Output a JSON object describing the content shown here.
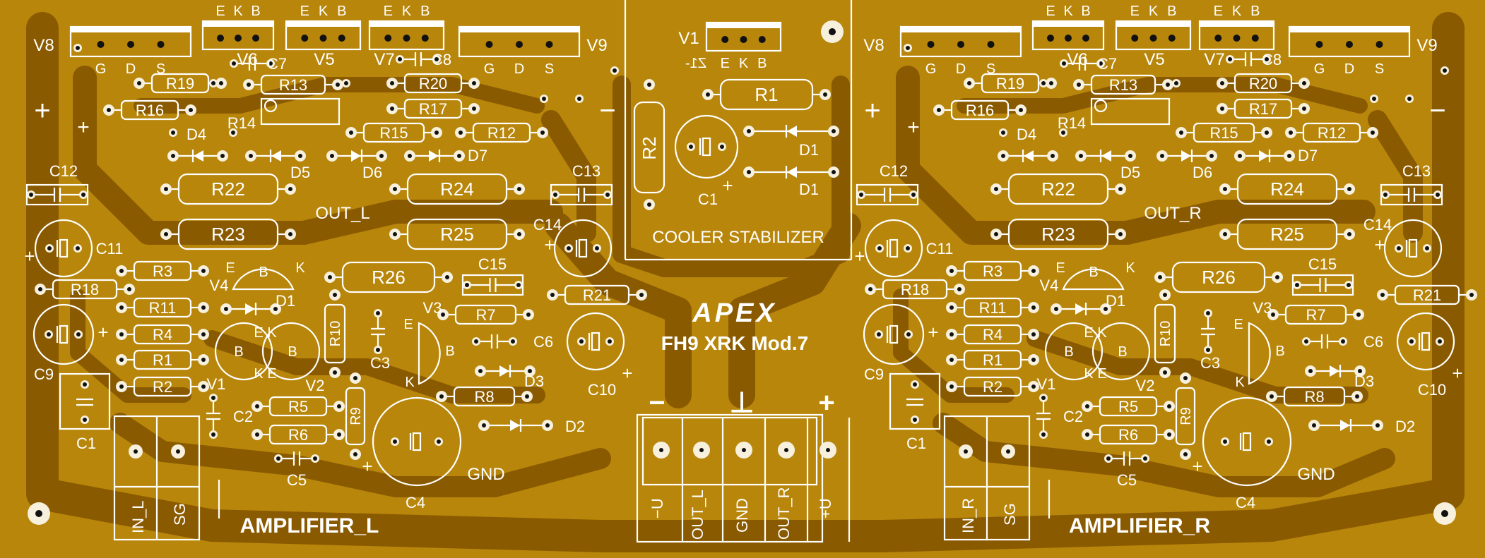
{
  "colors": {
    "board": "#b8860b",
    "copper_trace": "#8a5a00",
    "silkscreen": "#ffffff",
    "pad": "#f6f0dc",
    "drill": "#111111"
  },
  "brand": {
    "logo": "APEX",
    "model": "FH9 XRK Mod.7"
  },
  "cooler": {
    "title": "COOLER STABILIZER",
    "v1": {
      "name": "V1",
      "pins": [
        "E",
        "K",
        "B"
      ]
    },
    "mirror_text": "Z1-",
    "labels": {
      "r1": "R1",
      "r2": "R2",
      "c1": "C1",
      "d1a": "D1",
      "d1b": "D1"
    }
  },
  "connector": {
    "polarity": [
      "−",
      "⊥",
      "+"
    ],
    "pins": [
      "−U",
      "OUT_L",
      "GND",
      "OUT_R",
      "+U"
    ]
  },
  "amps": [
    {
      "title": "AMPLIFIER_L",
      "out": "OUT_L",
      "input": [
        "IN_L",
        "SG"
      ],
      "transistors": {
        "V8": [
          "G",
          "D",
          "S"
        ],
        "V6": [
          "E",
          "K",
          "B"
        ],
        "V5": [
          "E",
          "K",
          "B"
        ],
        "V7": [
          "E",
          "K",
          "B"
        ],
        "V9": [
          "G",
          "D",
          "S"
        ]
      },
      "labels": {
        "v8": "V8",
        "v6": "V6",
        "c7": "C7",
        "v5": "V5",
        "v7": "V7",
        "c8": "C8",
        "v9": "V9",
        "r19": "R19",
        "r13": "R13",
        "r20": "R20",
        "r16": "R16",
        "r14": "R14",
        "r17": "R17",
        "r15": "R15",
        "r12": "R12",
        "d4": "D4",
        "d5": "D5",
        "d6": "D6",
        "d7": "D7",
        "c12": "C12",
        "c13": "C13",
        "r22": "R22",
        "r24": "R24",
        "r23": "R23",
        "r25": "R25",
        "c11": "C11",
        "c14": "C14",
        "r3": "R3",
        "r26": "R26",
        "c15": "C15",
        "r18": "R18",
        "v4": "V4",
        "d1": "D1",
        "r11": "R11",
        "r10": "R10",
        "v3": "V3",
        "r7": "R7",
        "r21": "R21",
        "r4": "R4",
        "c6": "C6",
        "c9": "C9",
        "r1": "R1",
        "c3": "C3",
        "c10": "C10",
        "r2": "R2",
        "v1": "V1",
        "v2": "V2",
        "d3": "D3",
        "r8": "R8",
        "c1": "C1",
        "r5": "R5",
        "r9": "R9",
        "c2": "C2",
        "d2": "D2",
        "r6": "R6",
        "c5": "C5",
        "gnd": "GND",
        "c4": "C4",
        "v4_e": "E",
        "v4_b": "B",
        "v4_k": "K",
        "v3_e": "E",
        "v3_b": "B",
        "v3_k": "K",
        "v1_e": "E",
        "v1_k": "K",
        "v1_b": "B",
        "v2_b": "B",
        "v2_k": "K",
        "v2_e": "E",
        "plus": "+",
        "minus": "−"
      }
    },
    {
      "title": "AMPLIFIER_R",
      "out": "OUT_R",
      "input": [
        "IN_R",
        "SG"
      ],
      "transistors": {
        "V8": [
          "G",
          "D",
          "S"
        ],
        "V6": [
          "E",
          "K",
          "B"
        ],
        "V5": [
          "E",
          "K",
          "B"
        ],
        "V7": [
          "E",
          "K",
          "B"
        ],
        "V9": [
          "G",
          "D",
          "S"
        ]
      },
      "labels": {
        "v8": "V8",
        "v6": "V6",
        "c7": "C7",
        "v5": "V5",
        "v7": "V7",
        "c8": "C8",
        "v9": "V9",
        "r19": "R19",
        "r13": "R13",
        "r20": "R20",
        "r16": "R16",
        "r14": "R14",
        "r17": "R17",
        "r15": "R15",
        "r12": "R12",
        "d4": "D4",
        "d5": "D5",
        "d6": "D6",
        "d7": "D7",
        "c12": "C12",
        "c13": "C13",
        "r22": "R22",
        "r24": "R24",
        "r23": "R23",
        "r25": "R25",
        "c11": "C11",
        "c14": "C14",
        "r3": "R3",
        "r26": "R26",
        "c15": "C15",
        "r18": "R18",
        "v4": "V4",
        "d1": "D1",
        "r11": "R11",
        "r10": "R10",
        "v3": "V3",
        "r7": "R7",
        "r21": "R21",
        "r4": "R4",
        "c6": "C6",
        "c9": "C9",
        "r1": "R1",
        "c3": "C3",
        "c10": "C10",
        "r2": "R2",
        "v1": "V1",
        "v2": "V2",
        "d3": "D3",
        "r8": "R8",
        "c1": "C1",
        "r5": "R5",
        "r9": "R9",
        "c2": "C2",
        "d2": "D2",
        "r6": "R6",
        "c5": "C5",
        "gnd": "GND",
        "c4": "C4",
        "v4_e": "E",
        "v4_b": "B",
        "v4_k": "K",
        "v3_e": "E",
        "v3_b": "B",
        "v3_k": "K",
        "v1_e": "E",
        "v1_k": "K",
        "v1_b": "B",
        "v2_b": "B",
        "v2_k": "K",
        "v2_e": "E",
        "plus": "+",
        "minus": "−"
      }
    }
  ]
}
